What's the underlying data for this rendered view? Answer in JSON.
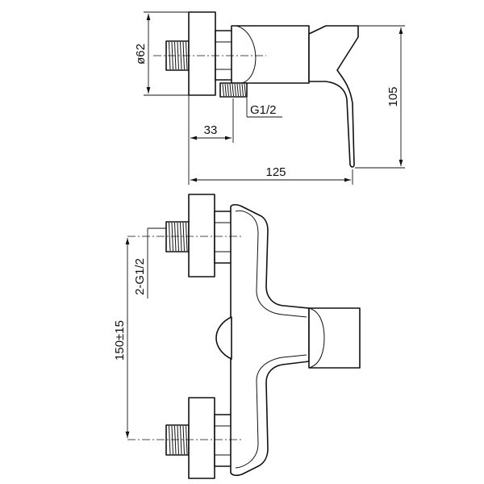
{
  "dimensions": {
    "flange_diameter": "ø62",
    "outlet_thread": "G1/2",
    "outlet_offset": "33",
    "overall_length": "125",
    "handle_height": "105",
    "inlet_threads": "2-G1/2",
    "inlet_spacing": "150±15"
  }
}
